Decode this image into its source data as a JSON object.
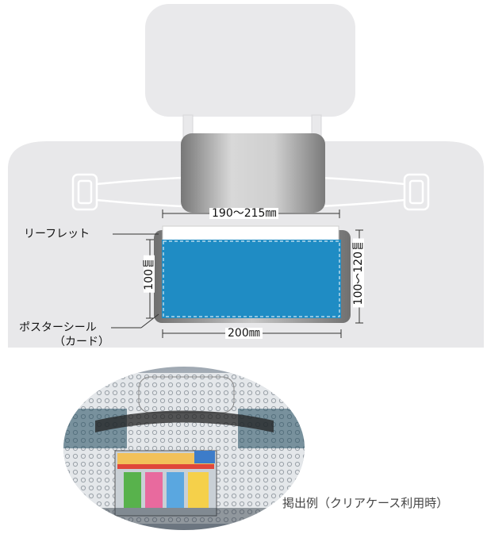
{
  "labels": {
    "leaflet": "リーフレット",
    "poster_seal": "ポスターシール",
    "card": "（カード）"
  },
  "dimensions": {
    "top_width": "190～215㎜",
    "bottom_width": "200㎜",
    "left_height": "100㎜",
    "right_height": "100～120㎜"
  },
  "photo": {
    "caption": "掲出例（クリアケース利用時）"
  },
  "colors": {
    "seat": "#e8e8ea",
    "seat_outline": "#d9d9dc",
    "strap_gray": "#9a9a9a",
    "poster_blue": "#1f8cc4",
    "case_gray": "#8b8b8b",
    "leaflet_white": "#ffffff"
  }
}
